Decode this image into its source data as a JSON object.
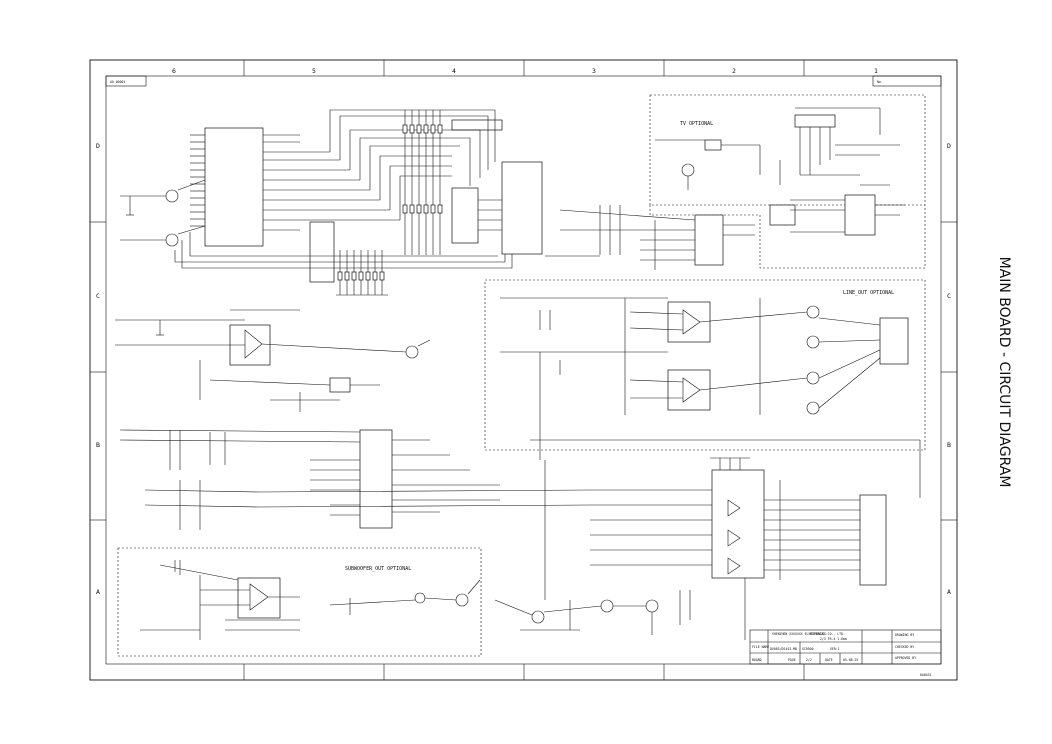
{
  "title": "MAIN BOARD - CIRCUIT DIAGRAM",
  "border": {
    "columns": [
      "6",
      "5",
      "4",
      "3",
      "2",
      "1"
    ],
    "rows": [
      "D",
      "C",
      "B",
      "A"
    ],
    "corner_left": "AO 00001",
    "corner_right": "No."
  },
  "sections": {
    "tv_optional": "TV OPTIONAL",
    "line_out_optional": "LINE_OUT OPTIONAL",
    "subwoofer_out_optional": "SUBWOOFER_OUT OPTIONAL"
  },
  "title_block": {
    "company": "SHENZHEN XXXXXXX ELECTRONICS CO., LTD.",
    "file_name_label": "FILE NAME",
    "file_name": "DV003/DS443-MB",
    "material_label": "MATERIAL:",
    "material": "2/3 FR-4 1.6mm",
    "version_label": "SCR500",
    "version": "VER:1",
    "board_label": "BOARD",
    "page_label": "PAGE",
    "page": "2/2",
    "date_label": "DATE",
    "date": "05.08.25",
    "drawing_label": "DRAWING BY",
    "checked_label": "CHECKED BY",
    "approved_label": "APPROVED BY"
  },
  "footer_code": "6A8431"
}
